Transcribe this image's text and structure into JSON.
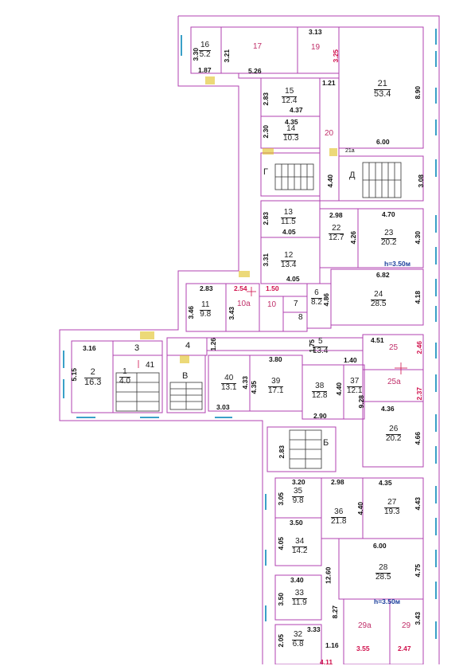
{
  "rooms": [
    {
      "id": "16",
      "area": "5.2"
    },
    {
      "id": "15",
      "area": "12.4"
    },
    {
      "id": "14",
      "area": "10.3"
    },
    {
      "id": "21",
      "area": "53.4"
    },
    {
      "id": "13",
      "area": "11.5"
    },
    {
      "id": "22",
      "area": "12.7"
    },
    {
      "id": "23",
      "area": "20.2"
    },
    {
      "id": "12",
      "area": "13.4"
    },
    {
      "id": "24",
      "area": "28.5"
    },
    {
      "id": "11",
      "area": "9.8"
    },
    {
      "id": "6",
      "area": "8.2"
    },
    {
      "id": "2",
      "area": "16.3"
    },
    {
      "id": "1",
      "area": "4.0"
    },
    {
      "id": "40",
      "area": "13.1"
    },
    {
      "id": "39",
      "area": "17.1"
    },
    {
      "id": "38",
      "area": "12.8"
    },
    {
      "id": "37",
      "area": "12.1"
    },
    {
      "id": "5",
      "area": "13.4"
    },
    {
      "id": "26",
      "area": "20.2"
    },
    {
      "id": "35",
      "area": "9.8"
    },
    {
      "id": "27",
      "area": "19.3"
    },
    {
      "id": "36",
      "area": "21.8"
    },
    {
      "id": "34",
      "area": "14.2"
    },
    {
      "id": "28",
      "area": "28.5"
    },
    {
      "id": "33",
      "area": "11.9"
    },
    {
      "id": "32",
      "area": "6.8"
    }
  ],
  "pink_labels": {
    "r17": "17",
    "r19": "19",
    "r20": "20",
    "r10a": "10a",
    "r10": "10",
    "r25": "25",
    "r25a": "25a",
    "r29a": "29a",
    "r29": "29"
  },
  "plain_labels": {
    "r21a": "21a",
    "r7": "7",
    "r8": "8",
    "r3": "3",
    "r4": "4",
    "r41": "41"
  },
  "stair_letters": {
    "g": "Г",
    "d": "Д",
    "v": "В",
    "b": "Б"
  },
  "heights": {
    "h1": "h=3.50м",
    "h2": "h=3.50м"
  },
  "dims": {
    "d3_13": "3.13",
    "d3_30": "3.30",
    "d3_21": "3.21",
    "d3_25": "3.25",
    "d1_87": "1.87",
    "d5_26": "5.26",
    "d1_21": "1.21",
    "d8_90": "8.90",
    "d2_83a": "2.83",
    "d4_37": "4.37",
    "d4_35": "4.35",
    "d2_30": "2.30",
    "d6_00a": "6.00",
    "d4_40a": "4.40",
    "d3_08": "3.08",
    "d2_83b": "2.83",
    "d2_98a": "2.98",
    "d4_70": "4.70",
    "d4_05a": "4.05",
    "d4_26": "4.26",
    "d4_30": "4.30",
    "d3_31": "3.31",
    "d4_05b": "4.05",
    "d6_82": "6.82",
    "d2_83c": "2.83",
    "d2_54": "2.54",
    "d1_50": "1.50",
    "d4_86": "4.86",
    "d4_18": "4.18",
    "d3_46": "3.46",
    "d3_43": "3.43",
    "d3_16": "3.16",
    "d1_26": "1.26",
    "d1_75": "1.75",
    "d4_51": "4.51",
    "d2_46": "2.46",
    "d5_15": "5.15",
    "d3_80": "3.80",
    "d1_40": "1.40",
    "d4_33": "4.33",
    "d4_35b": "4.35",
    "d4_40b": "4.40",
    "d9_28": "9.28",
    "d2_37": "2.37",
    "d3_03": "3.03",
    "d4_36": "4.36",
    "d2_90": "2.90",
    "d4_66": "4.66",
    "d2_83d": "2.83",
    "d3_20": "3.20",
    "d2_98b": "2.98",
    "d4_35c": "4.35",
    "d3_05": "3.05",
    "d4_40c": "4.40",
    "d4_43": "4.43",
    "d3_50a": "3.50",
    "d4_05c": "4.05",
    "d6_00b": "6.00",
    "d3_40": "3.40",
    "d12_60": "12.60",
    "d4_75": "4.75",
    "d3_50b": "3.50",
    "d8_27": "8.27",
    "d3_33": "3.33",
    "d3_43b": "3.43",
    "d2_05": "2.05",
    "d1_16": "1.16",
    "d3_55": "3.55",
    "d2_47": "2.47",
    "d4_11": "4.11"
  },
  "colors": {
    "wall": "#b040b0",
    "stair_line": "#333333",
    "window": "#3aa0c8",
    "accent_red": "#d0104c",
    "pink_text": "#c0306a",
    "hatch": "#e0c020"
  }
}
